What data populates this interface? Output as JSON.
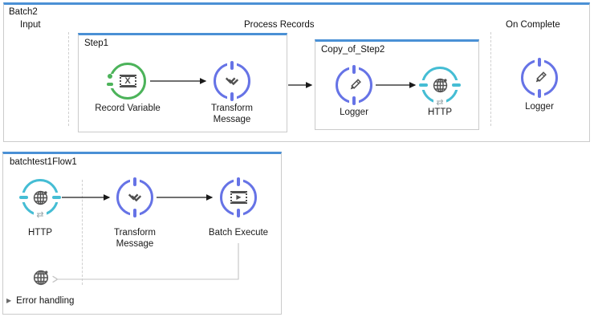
{
  "colors": {
    "header_blue": "#4a90d5",
    "node_blue": "#6673e6",
    "node_green": "#4cb35a",
    "node_teal": "#45bdd4",
    "glyph_gray": "#4f4f4f",
    "border_gray": "#cbcbcb",
    "muted_gray": "#c4c4c4"
  },
  "batch2": {
    "title": "Batch2",
    "input_label": "Input",
    "process_records_label": "Process Records",
    "on_complete_label": "On Complete",
    "step1": {
      "title": "Step1",
      "record_variable_label": "Record Variable",
      "transform_label": "Transform Message"
    },
    "copy_of_step2": {
      "title": "Copy_of_Step2",
      "logger_label": "Logger",
      "http_label": "HTTP"
    },
    "on_complete_logger_label": "Logger"
  },
  "flow": {
    "title": "batchtest1Flow1",
    "http_label": "HTTP",
    "transform_label": "Transform Message",
    "batch_execute_label": "Batch Execute",
    "error_handling_label": "Error handling"
  },
  "glyphs": {
    "variable": "X",
    "play": "▶",
    "sync": "⇄",
    "collapsed_arrow": "▶"
  }
}
